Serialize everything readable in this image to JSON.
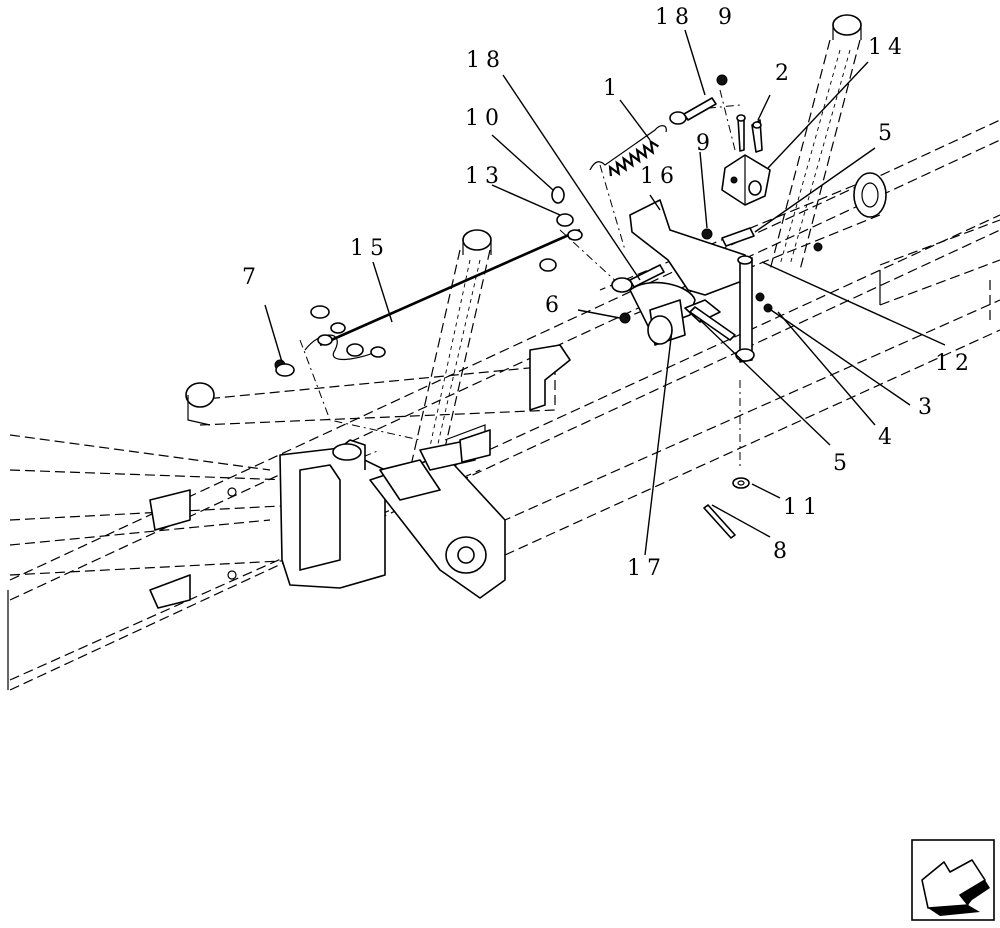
{
  "callouts": [
    {
      "id": "c1",
      "text": "1"
    },
    {
      "id": "c2",
      "text": "2"
    },
    {
      "id": "c3",
      "text": "3"
    },
    {
      "id": "c4",
      "text": "4"
    },
    {
      "id": "c5a",
      "text": "5"
    },
    {
      "id": "c5b",
      "text": "5"
    },
    {
      "id": "c6",
      "text": "6"
    },
    {
      "id": "c7",
      "text": "7"
    },
    {
      "id": "c8",
      "text": "8"
    },
    {
      "id": "c9a",
      "text": "9"
    },
    {
      "id": "c9b",
      "text": "9"
    },
    {
      "id": "c10",
      "text": "10"
    },
    {
      "id": "c11",
      "text": "11"
    },
    {
      "id": "c12",
      "text": "12"
    },
    {
      "id": "c13",
      "text": "13"
    },
    {
      "id": "c14",
      "text": "14"
    },
    {
      "id": "c15",
      "text": "15"
    },
    {
      "id": "c16",
      "text": "16"
    },
    {
      "id": "c17",
      "text": "17"
    },
    {
      "id": "c18a",
      "text": "18"
    },
    {
      "id": "c18b",
      "text": "18"
    }
  ],
  "icons": {
    "navigation": "arrow-nav-icon"
  }
}
